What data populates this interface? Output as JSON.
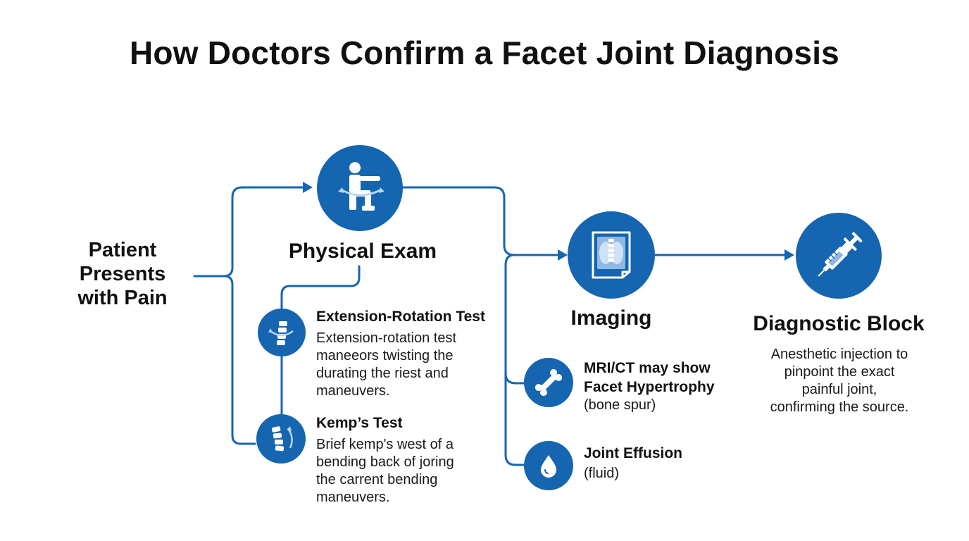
{
  "title": "How Doctors Confirm a Facet Joint Diagnosis",
  "colors": {
    "accent": "#1565b0",
    "text": "#111111",
    "background": "#ffffff"
  },
  "start": {
    "lines": [
      "Patient",
      "Presents",
      "with Pain"
    ]
  },
  "physical_exam": {
    "label": "Physical Exam",
    "icon": "person-rotation-icon",
    "tests": [
      {
        "title": "Extension-Rotation Test",
        "lines": [
          "Extension-rotation test",
          "maneeors twisting the",
          "durating the riest and",
          "maneuvers."
        ],
        "icon": "spine-rotation-icon"
      },
      {
        "title": "Kemp’s Test",
        "lines": [
          "Brief kemp's west of a",
          "bending back of joring",
          "the carrent bending",
          "maneuvers."
        ],
        "icon": "spine-bend-icon"
      }
    ]
  },
  "imaging": {
    "label": "Imaging",
    "icon": "scan-film-icon",
    "findings": [
      {
        "title_lines": [
          "MRI/CT may show",
          "Facet Hypertrophy"
        ],
        "note": "(bone spur)",
        "icon": "bone-icon"
      },
      {
        "title_lines": [
          "Joint Effusion"
        ],
        "note": "(fluid)",
        "icon": "droplet-icon"
      }
    ]
  },
  "diagnostic_block": {
    "label": "Diagnostic Block",
    "icon": "syringe-icon",
    "lines": [
      "Anesthetic injection to",
      "pinpoint the exact",
      "painful joint,",
      "confirming the source."
    ]
  }
}
